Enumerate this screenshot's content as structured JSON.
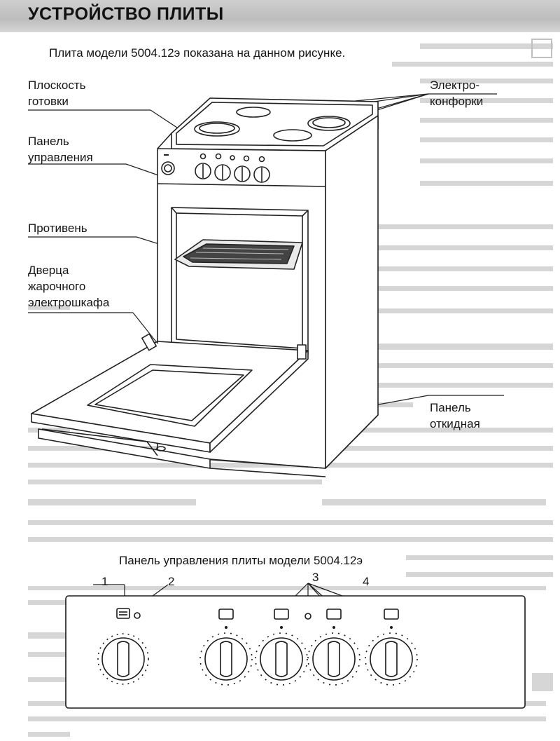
{
  "header": {
    "title": "УСТРОЙСТВО ПЛИТЫ"
  },
  "intro": "Плита модели 5004.12э  показана  на  данном  рисунке.",
  "labels": {
    "cooking_surface": "Плоскость\nготовки",
    "control_panel": "Панель\nуправления",
    "baking_tray": "Противень",
    "oven_door": "Дверца\nжарочного\nэлектрошкафа",
    "hotplates": "Электро-\nконфорки",
    "hinged_panel": "Панель\nоткидная"
  },
  "panel_caption": "Панель управления плиты модели 5004.12э",
  "callouts": [
    "1",
    "2",
    "3",
    "4"
  ]
}
